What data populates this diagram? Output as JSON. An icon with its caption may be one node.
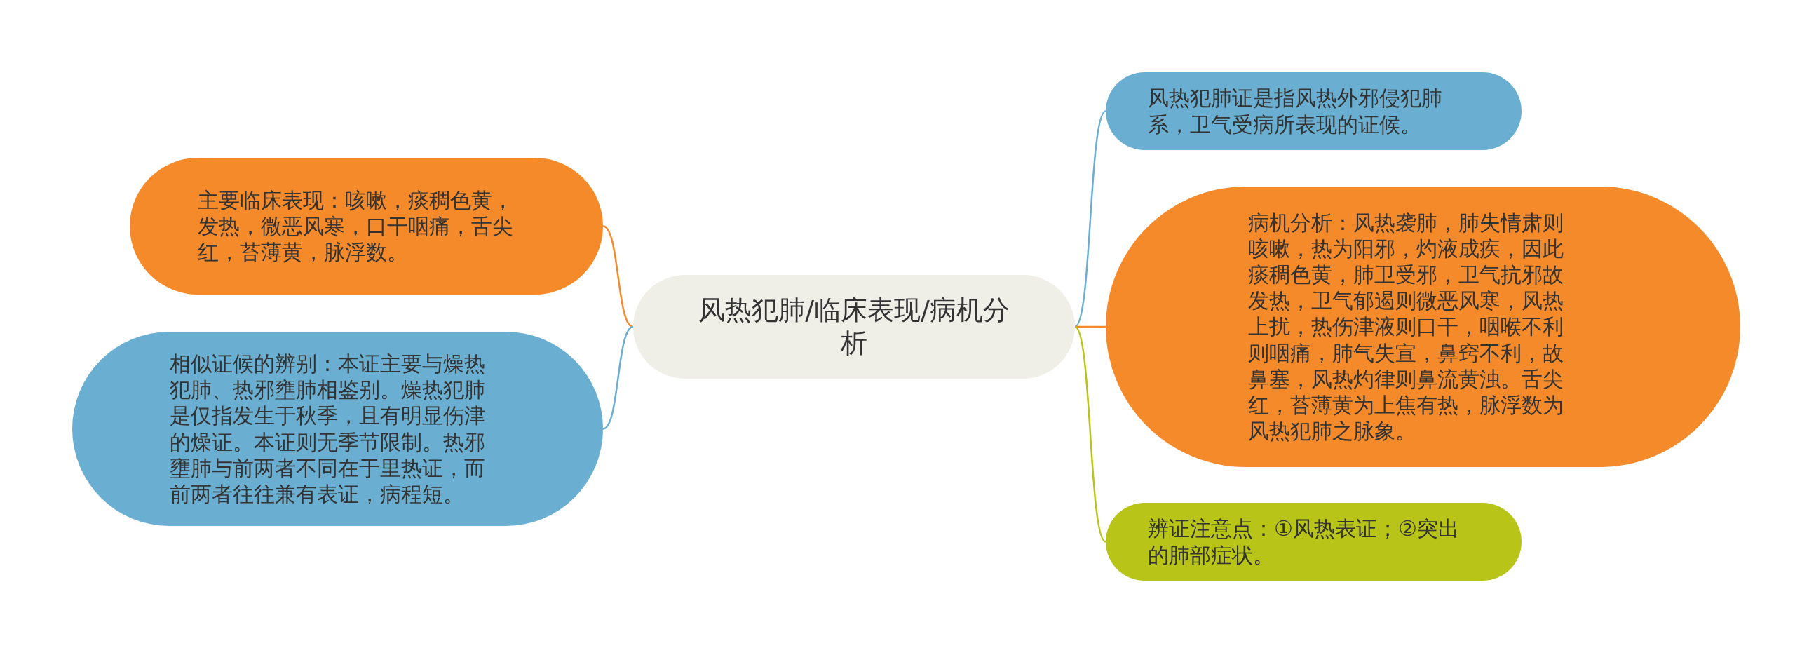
{
  "diagram": {
    "nodes": [
      {
        "text": [
          "风热犯肺/临床表现/病机分析"
        ]
      },
      {
        "text": [
          "主要临床表现：咳嗽，痰稠色黄，发热，微恶风寒，口干咽痛，舌尖红，苔薄黄，脉浮数。"
        ]
      },
      {
        "text": [
          "相似证候的辨别：本证主要与燥热犯肺、热邪壅肺相鉴别。燥热犯肺是仅指发生于秋季，且有明显伤津的燥证。本证则无季节限制。热邪壅肺与前两者不同在于里热证，而前两者往往兼有表证，病程短。"
        ]
      },
      {
        "text": [
          "风热犯肺证是指风热外邪侵犯肺系，卫气受病所表现的证候。"
        ]
      },
      {
        "text": [
          "病机分析：风热袭肺，肺失情肃则咳嗽，热为阳邪，灼液成疾，因此痰稠色黄，肺卫受邪，卫气抗邪故发热，卫气郁遏则微恶风寒，风热上扰，热伤津液则口干，咽喉不利则咽痛，肺气失宣，鼻窍不利，故鼻塞，风热灼律则鼻流黄浊。舌尖红，苔薄黄为上焦有热，脉浮数为风热犯肺之脉象。"
        ]
      },
      {
        "text": [
          "辨证注意点：①风热表证；②突出的肺部症状。"
        ]
      }
    ],
    "edges": [
      {
        "from": 0,
        "to": 1,
        "arrow": "none",
        "color": "#f58a2b"
      },
      {
        "from": 0,
        "to": 2,
        "arrow": "none",
        "color": "#6aafd1"
      },
      {
        "from": 0,
        "to": 3,
        "arrow": "none",
        "color": "#6aafd1"
      },
      {
        "from": 0,
        "to": 4,
        "arrow": "none",
        "color": "#f58a2b"
      },
      {
        "from": 0,
        "to": 5,
        "arrow": "none",
        "color": "#b8c418"
      }
    ]
  }
}
